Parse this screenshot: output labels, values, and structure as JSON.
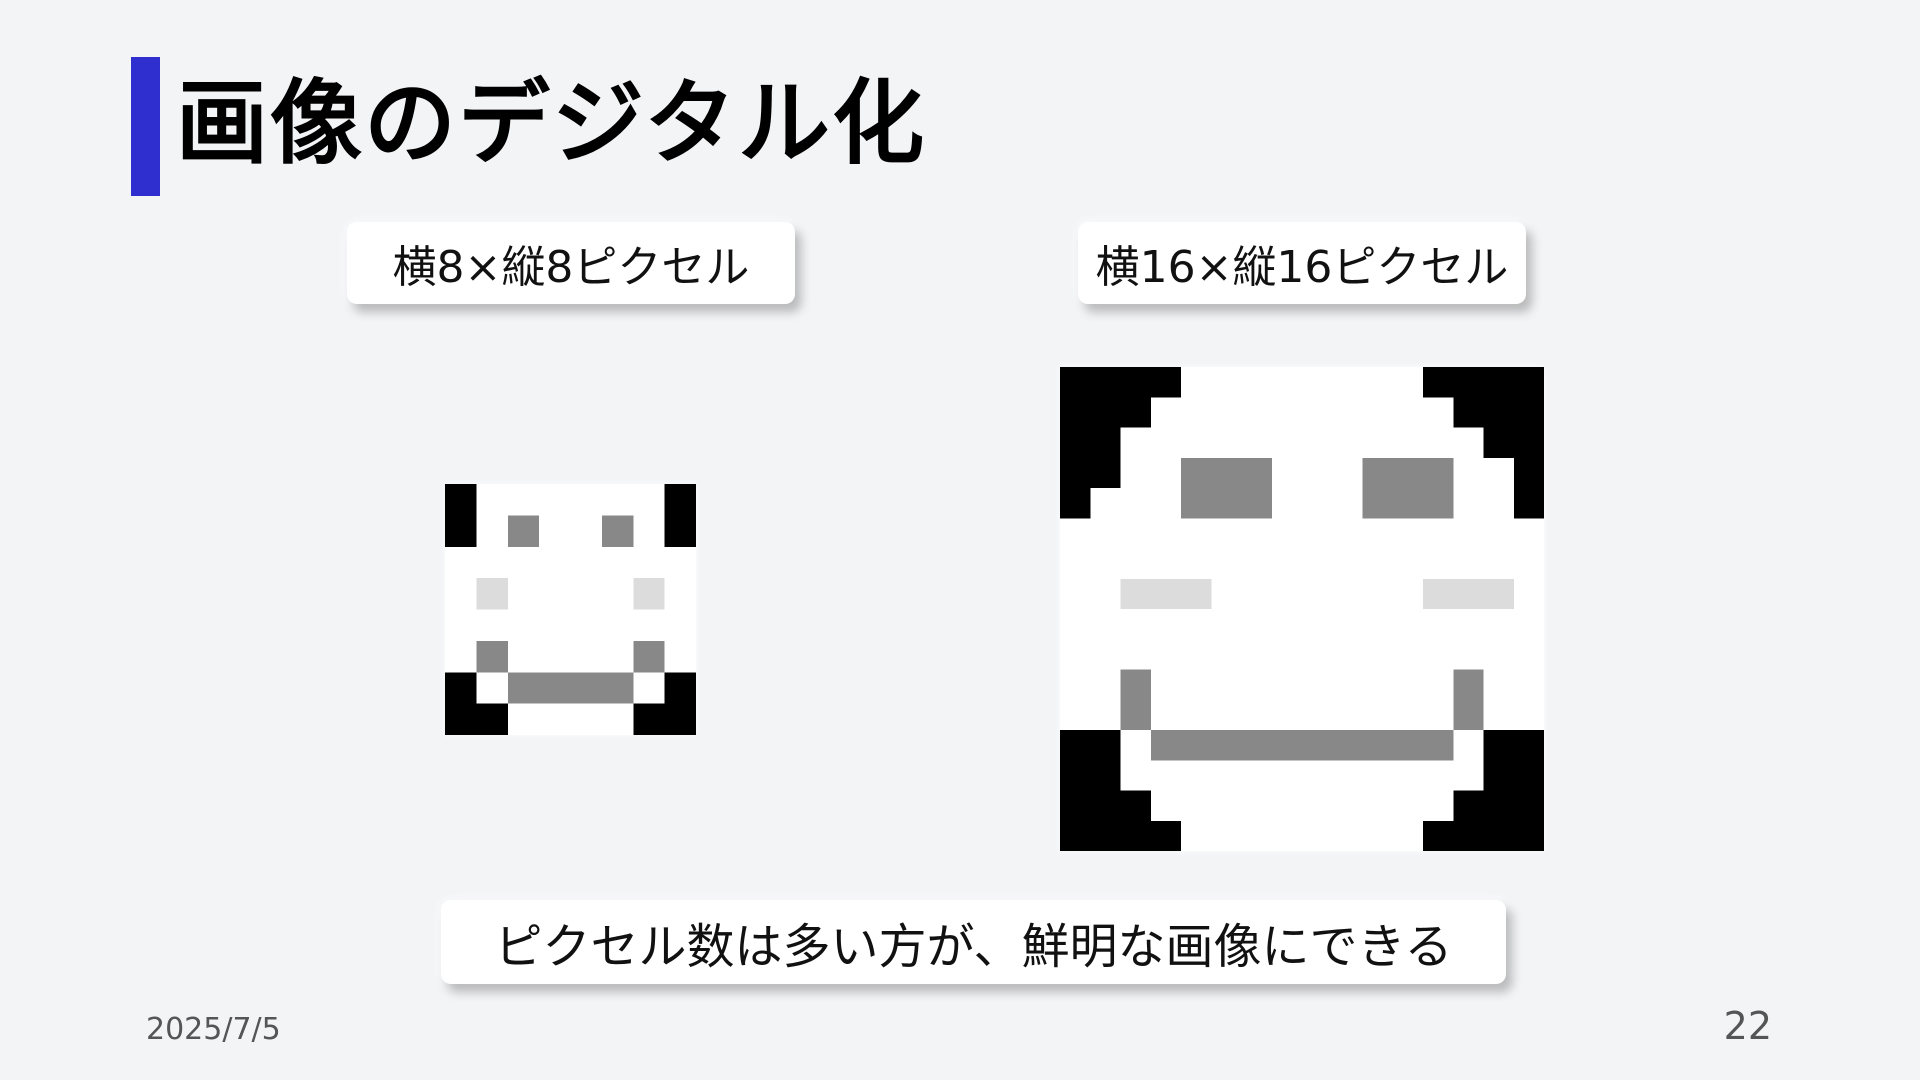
{
  "slide": {
    "title": "画像のデジタル化",
    "label_8": "横8×縦8ピクセル",
    "label_16": "横16×縦16ピクセル",
    "caption": "ピクセル数は多い方が、鮮明な画像にできる",
    "date": "2025/7/5",
    "page_number": "22"
  },
  "colors": {
    "accent": "#2f2fcf",
    "pixel_palette": {
      "0": "#000000",
      "1": "#ffffff",
      "2": "#888888",
      "3": "#dcdcdc"
    }
  },
  "pixel_art": {
    "grid_8": [
      "01111110",
      "01211210",
      "11111111",
      "13111131",
      "11111111",
      "12111121",
      "01222210",
      "00111100"
    ],
    "grid_16": [
      "0000111111110000",
      "0001111111111000",
      "0011111111111100",
      "0011222111222110",
      "0111222111222110",
      "1111111111111111",
      "1111111111111111",
      "1133311111113331",
      "1111111111111111",
      "1111111111111111",
      "1121111111111211",
      "1121111111111211",
      "0012222222222100",
      "0011111111111100",
      "0001111111111000",
      "0000111111110000"
    ]
  }
}
